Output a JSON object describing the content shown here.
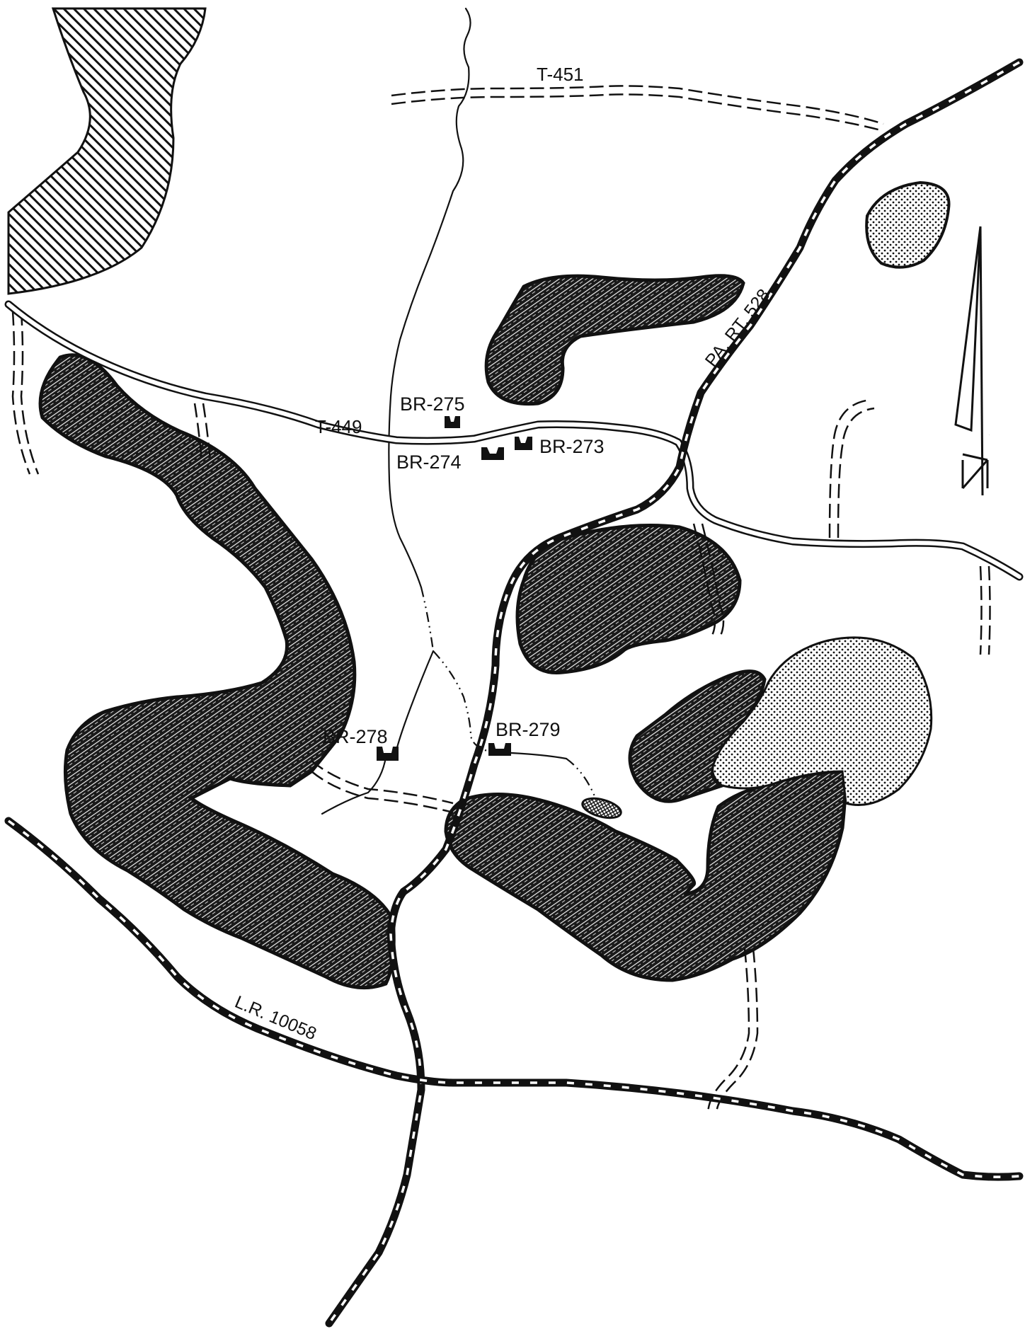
{
  "map": {
    "roads": {
      "t451": "T-451",
      "t449": "T-449",
      "pa528": "PA. RT. 528",
      "lr10058": "L.R. 10058"
    },
    "sites": [
      {
        "id": "br275",
        "label": "BR-275"
      },
      {
        "id": "br274",
        "label": "BR-274"
      },
      {
        "id": "br273",
        "label": "BR-273"
      },
      {
        "id": "br278",
        "label": "BR-278"
      },
      {
        "id": "br279",
        "label": "BR-279"
      }
    ],
    "north_arrow": {
      "letter": "N"
    },
    "colors": {
      "ink": "#111111",
      "paper": "#ffffff"
    }
  }
}
